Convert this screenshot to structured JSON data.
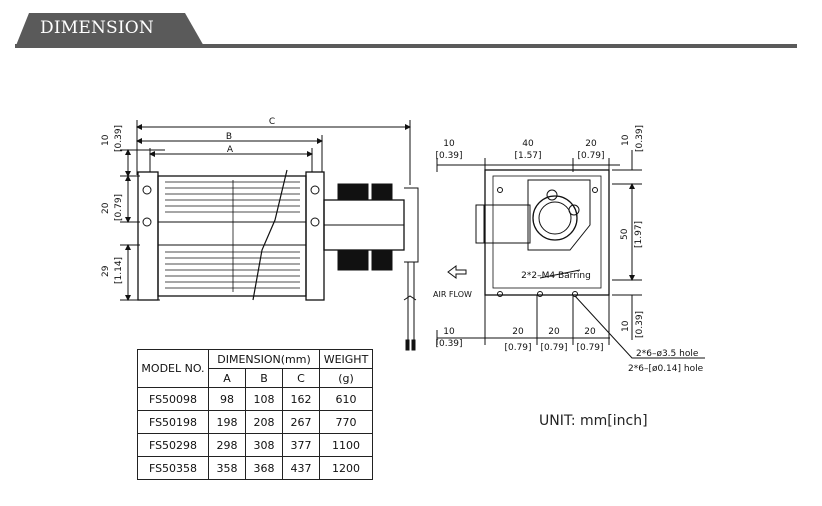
{
  "header": {
    "title": "DIMENSION"
  },
  "drawing": {
    "dim_c": "C",
    "dim_b": "B",
    "dim_a": "A",
    "left_top": {
      "mm": "10",
      "inch": "[0.39]"
    },
    "left_mid": {
      "mm": "20",
      "inch": "[0.79]"
    },
    "left_bottom": {
      "mm": "29",
      "inch": "[1.14]"
    },
    "top_left": {
      "mm": "10",
      "inch": "[0.39]"
    },
    "top_mid": {
      "mm": "40",
      "inch": "[1.57]"
    },
    "top_right": {
      "mm": "20",
      "inch": "[0.79]"
    },
    "right_top": {
      "mm": "10",
      "inch": "[0.39]"
    },
    "right_mid": {
      "mm": "50",
      "inch": "[1.97]"
    },
    "right_bottom": {
      "mm": "10",
      "inch": "[0.39]"
    },
    "bottom_left": {
      "mm": "10",
      "inch": "[0.39]"
    },
    "bottom_1": {
      "mm": "20",
      "inch": "[0.79]"
    },
    "bottom_2": {
      "mm": "20",
      "inch": "[0.79]"
    },
    "bottom_3": {
      "mm": "20",
      "inch": "[0.79]"
    },
    "bearing_label": "2*2–M4 Barring",
    "airflow_label": "AIR FLOW",
    "hole_note_1": "2*6–ø3.5 hole",
    "hole_note_2": "2*6–[ø0.14] hole"
  },
  "table": {
    "col_model": "MODEL NO.",
    "col_dimension": "DIMENSION(mm)",
    "col_weight": "WEIGHT",
    "col_weight_unit": "(g)",
    "sub_a": "A",
    "sub_b": "B",
    "sub_c": "C",
    "rows": [
      {
        "model": "FS50098",
        "a": "98",
        "b": "108",
        "c": "162",
        "weight": "610"
      },
      {
        "model": "FS50198",
        "a": "198",
        "b": "208",
        "c": "267",
        "weight": "770"
      },
      {
        "model": "FS50298",
        "a": "298",
        "b": "308",
        "c": "377",
        "weight": "1100"
      },
      {
        "model": "FS50358",
        "a": "358",
        "b": "368",
        "c": "437",
        "weight": "1200"
      }
    ]
  },
  "unit_note": "UNIT: mm[inch]"
}
